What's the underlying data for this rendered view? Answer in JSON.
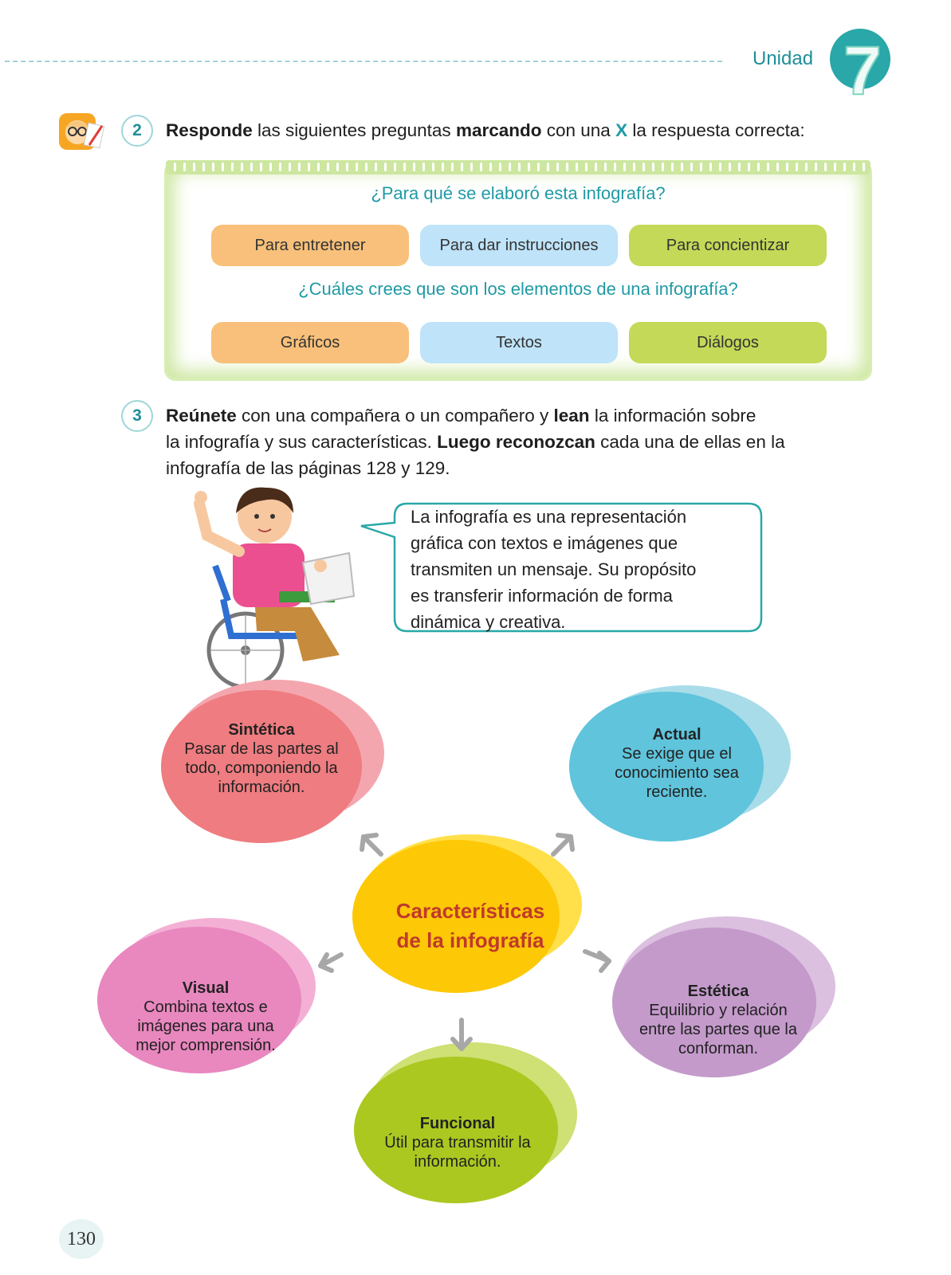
{
  "header": {
    "unit_label": "Unidad",
    "unit_number": "7"
  },
  "activity2": {
    "number": "2",
    "instruction": {
      "p1": "Responde",
      "p2": " las siguientes preguntas ",
      "p3": "marcando",
      "p4": " con una ",
      "p5": "X",
      "p6": " la respuesta correcta:"
    },
    "questions": [
      {
        "text": "¿Para qué se elaboró esta infografía?",
        "options": [
          "Para entretener",
          "Para dar instrucciones",
          "Para concientizar"
        ]
      },
      {
        "text": "¿Cuáles crees que son los elementos de una infografía?",
        "options": [
          "Gráficos",
          "Textos",
          "Diálogos"
        ]
      }
    ]
  },
  "activity3": {
    "number": "3",
    "line1": {
      "b1": "Reúnete",
      "t1": " con una compañera o un compañero y ",
      "b2": "lean",
      "t2": " la información sobre"
    },
    "line2": {
      "t1": "la infografía y sus características. ",
      "b1": "Luego reconozcan",
      "t2": " cada una de ellas en la"
    },
    "line3": "infografía de las páginas 128 y 129.",
    "bubble": [
      "La infografía es una representación",
      "gráfica con textos e imágenes que",
      "transmiten un mensaje. Su propósito",
      "es transferir información de forma",
      "dinámica y creativa."
    ]
  },
  "diagram": {
    "center": [
      "Características",
      "de la infografía"
    ],
    "nodes": {
      "sintetica": {
        "title": "Sintética",
        "lines": [
          "Pasar de las partes al",
          "todo, componiendo la",
          "información."
        ],
        "color": "#ec7b7f"
      },
      "actual": {
        "title": "Actual",
        "lines": [
          "Se exige que el",
          "conocimiento sea",
          "reciente."
        ],
        "color": "#5bc3db"
      },
      "visual": {
        "title": "Visual",
        "lines": [
          "Combina textos e",
          "imágenes para una",
          "mejor comprensión."
        ],
        "color": "#e987bf"
      },
      "estetica": {
        "title": "Estética",
        "lines": [
          "Equilibrio y relación",
          "entre las partes que la",
          "conforman."
        ],
        "color": "#c49acb"
      },
      "funcional": {
        "title": "Funcional",
        "lines": [
          "Útil para transmitir la",
          "información."
        ],
        "color": "#aac820"
      }
    }
  },
  "page_number": "130"
}
